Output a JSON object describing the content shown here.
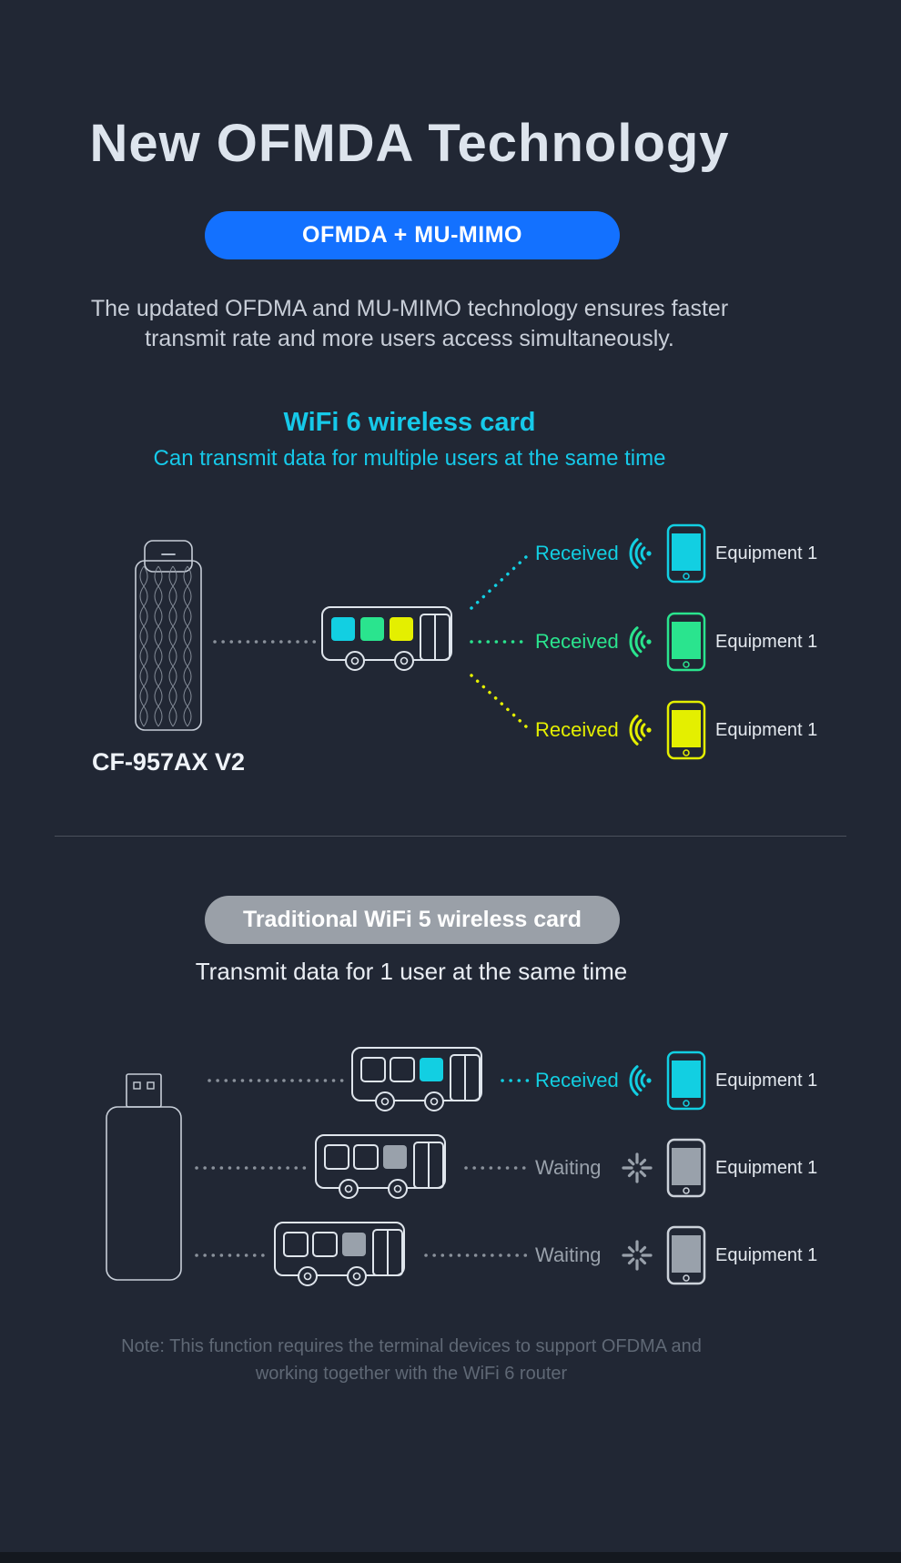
{
  "colors": {
    "background": "#212734",
    "badge_blue": "#1371ff",
    "badge_gray": "#9aa0a8",
    "cyan": "#12cfe2",
    "green": "#2ae48e",
    "yellow": "#e4ef00",
    "gray": "#99a1ab"
  },
  "header": {
    "title": "New OFMDA Technology",
    "badge": "OFMDA + MU-MIMO",
    "description_line1": "The updated OFDMA and MU-MIMO technology ensures faster",
    "description_line2": "transmit rate and more users access simultaneously."
  },
  "wifi6_section": {
    "heading": "WiFi 6 wireless card",
    "subheading": "Can transmit data for multiple users at the same time",
    "adapter_label": "CF-957AX V2",
    "rows": [
      {
        "status": "Received",
        "equipment": "Equipment 1",
        "color": "#12cfe2"
      },
      {
        "status": "Received",
        "equipment": "Equipment 1",
        "color": "#2ae48e"
      },
      {
        "status": "Received",
        "equipment": "Equipment 1",
        "color": "#e4ef00"
      }
    ]
  },
  "wifi5_section": {
    "badge": "Traditional WiFi 5 wireless card",
    "subheading": "Transmit data for 1 user at the same time",
    "rows": [
      {
        "status": "Received",
        "equipment": "Equipment 1",
        "color": "#12cfe2"
      },
      {
        "status": "Waiting",
        "equipment": "Equipment 1",
        "color": "#99a1ab"
      },
      {
        "status": "Waiting",
        "equipment": "Equipment 1",
        "color": "#99a1ab"
      }
    ]
  },
  "footer": {
    "note_line1": "Note: This function requires the terminal devices to support OFDMA and",
    "note_line2": "working together with the WiFi 6 router"
  }
}
